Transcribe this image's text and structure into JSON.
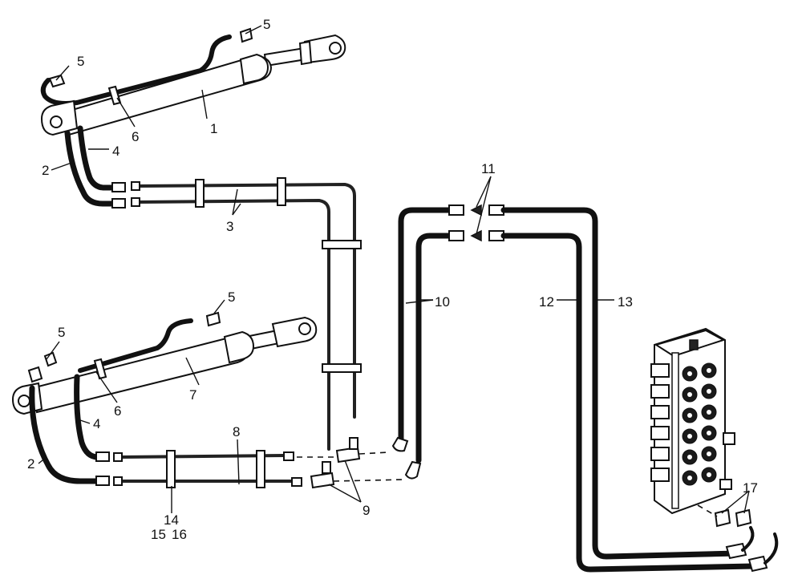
{
  "callouts": {
    "c1": "1",
    "c2a": "2",
    "c2b": "2",
    "c3": "3",
    "c4a": "4",
    "c4b": "4",
    "c5a": "5",
    "c5b": "5",
    "c5c": "5",
    "c5d": "5",
    "c6a": "6",
    "c6b": "6",
    "c7": "7",
    "c8": "8",
    "c9": "9",
    "c10": "10",
    "c11": "11",
    "c12": "12",
    "c13": "13",
    "c14": "14",
    "c15": "15",
    "c16": "16",
    "c17": "17"
  }
}
